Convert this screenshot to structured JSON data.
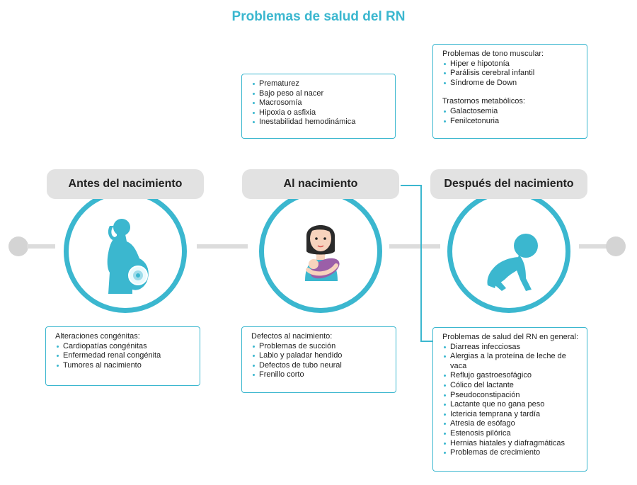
{
  "title": "Problemas de salud del RN",
  "stages": [
    {
      "label": "Antes del nacimiento",
      "icon": "pregnant-woman-icon"
    },
    {
      "label": "Al nacimiento",
      "icon": "mother-with-baby-icon"
    },
    {
      "label": "Después del nacimiento",
      "icon": "crawling-baby-icon"
    }
  ],
  "boxes": {
    "antes": {
      "header": "Alteraciones congénitas:",
      "items": [
        "Cardiopatías congénitas",
        "Enfermedad renal congénita",
        "Tumores al nacimiento"
      ]
    },
    "al_top": {
      "items": [
        "Prematurez",
        "Bajo peso al nacer",
        "Macrosomía",
        "Hipoxia o asfixia",
        "Inestabilidad hemodinámica"
      ]
    },
    "al_bottom": {
      "header": "Defectos al nacimiento:",
      "items": [
        "Problemas de succión",
        "Labio y paladar hendido",
        "Defectos de tubo neural",
        "Frenillo corto"
      ]
    },
    "despues_top": {
      "header1": "Problemas de tono muscular:",
      "items1": [
        "Hiper e hipotonía",
        "Parálisis cerebral infantil",
        "Síndrome de Down"
      ],
      "header2": "Trastornos metabólicos:",
      "items2": [
        "Galactosemia",
        "Fenilcetonuria"
      ]
    },
    "despues_bottom": {
      "header": "Problemas de salud del RN en general:",
      "items": [
        "Diarreas infecciosas",
        "Alergias a la proteína de leche de vaca",
        "Reflujo gastroesofágico",
        "Cólico del lactante",
        "Pseudoconstipación",
        "Lactante que no gana peso",
        "Ictericia temprana y tardía",
        "Atresia de esófago",
        "Estenosis pilórica",
        "Hernias hiatales y diafragmáticas",
        "Problemas de crecimiento"
      ]
    }
  },
  "colors": {
    "accent": "#3bb7cf",
    "stage_bg": "#e2e2e2",
    "line": "#dcdcdc",
    "baby_wrap": "#9b5fa8",
    "hair": "#2a2a2a",
    "skin": "#f7d3bd"
  }
}
